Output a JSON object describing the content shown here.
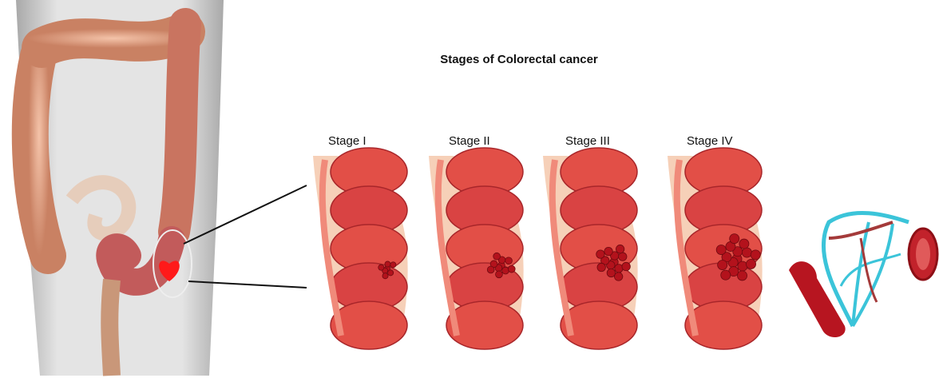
{
  "title": "Stages of Colorectal cancer",
  "stages": [
    {
      "label": "Stage  I",
      "tumor_size": 1
    },
    {
      "label": "Stage II",
      "tumor_size": 2
    },
    {
      "label": "Stage III",
      "tumor_size": 3
    },
    {
      "label": "Stage IV",
      "tumor_size": 4
    }
  ],
  "colors": {
    "colon_tissue": "#d94343",
    "colon_light": "#f08a7a",
    "tumor": "#b3121c",
    "vein": "#3bc4d9",
    "skin": "#d8d8d8"
  }
}
